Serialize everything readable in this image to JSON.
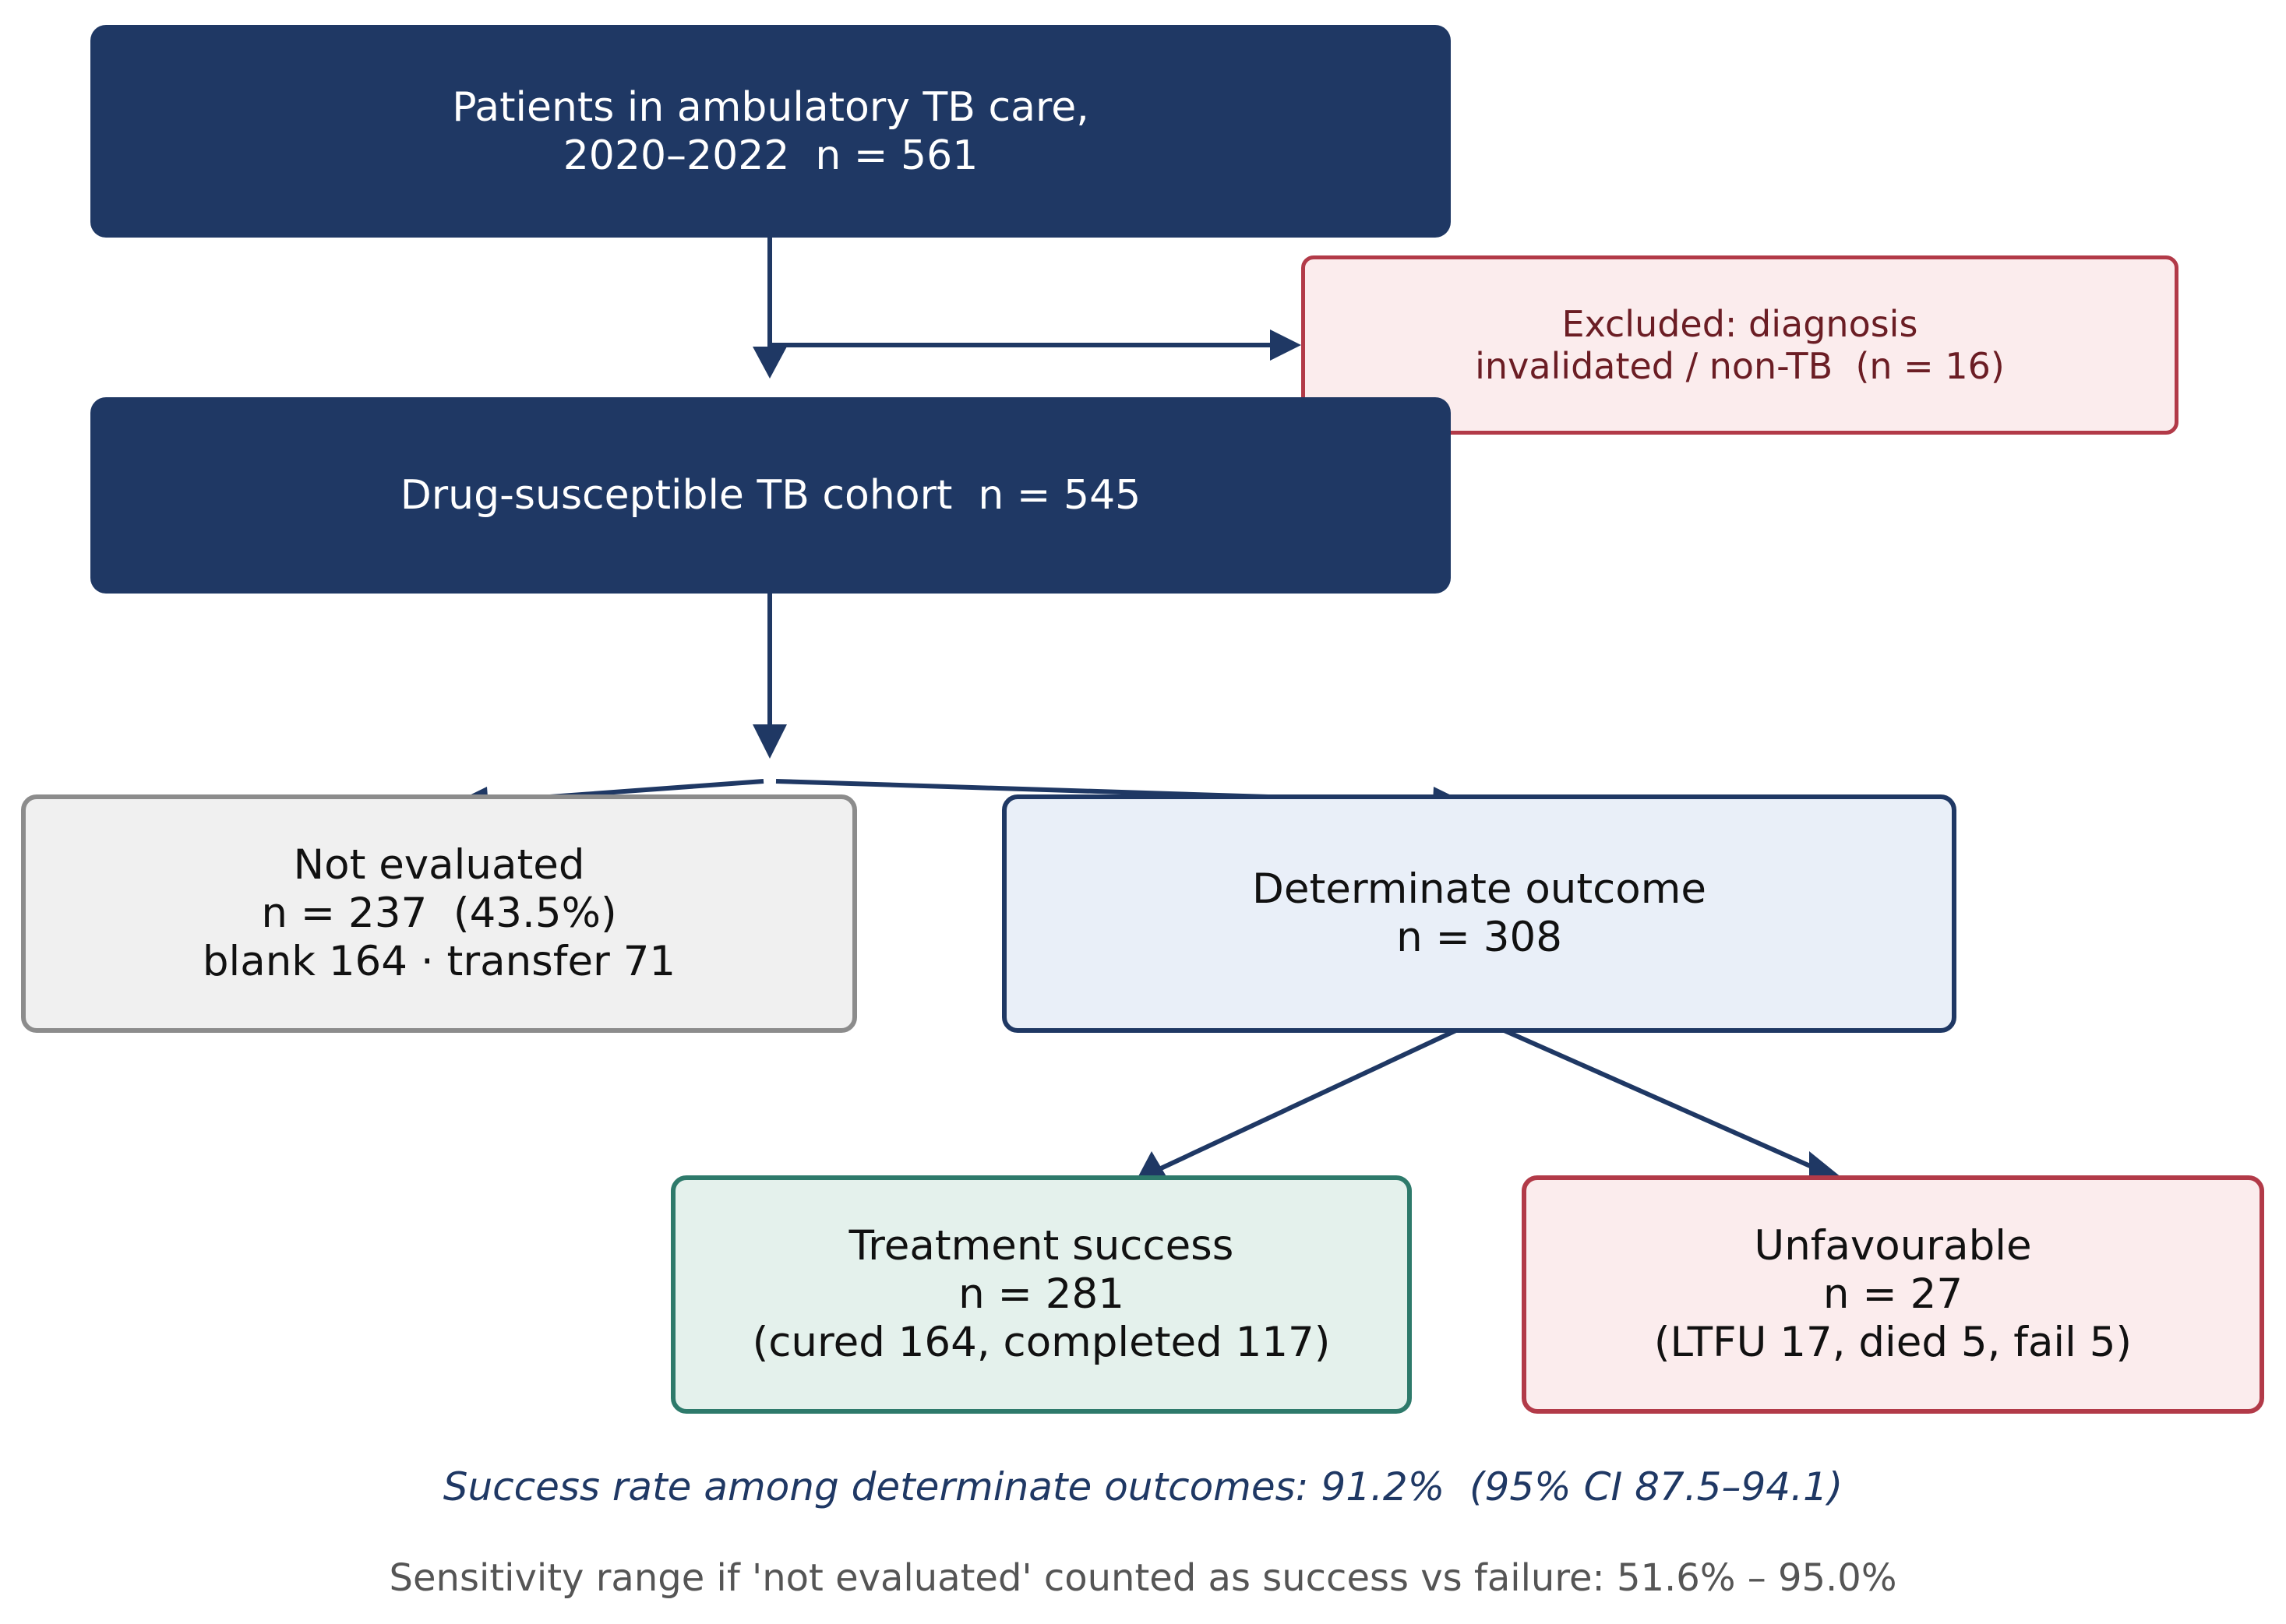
{
  "flowchart": {
    "start": {
      "lines": [
        "Patients in ambulatory TB care,",
        "2020–2022  n = 561"
      ]
    },
    "excluded": {
      "lines": [
        "Excluded: diagnosis",
        "invalidated / non-TB  (n = 16)"
      ]
    },
    "cohort": {
      "lines": [
        "Drug-susceptible TB cohort  n = 545"
      ]
    },
    "not_evaluated": {
      "lines": [
        "Not evaluated",
        "n = 237  (43.5%)",
        "blank 164 · transfer 71"
      ]
    },
    "determinate": {
      "lines": [
        "Determinate outcome",
        "n = 308"
      ]
    },
    "success": {
      "lines": [
        "Treatment success",
        "n = 281",
        "(cured 164, completed 117)"
      ]
    },
    "unfavourable": {
      "lines": [
        "Unfavourable",
        "n = 27",
        "(LTFU 17, died 5, fail 5)"
      ]
    }
  },
  "notes": {
    "success_rate": "Success rate among determinate outcomes: 91.2%  (95% CI 87.5–94.1)",
    "sensitivity": "Sensitivity range if 'not evaluated' counted as success vs failure: 51.6% – 95.0%"
  },
  "colors": {
    "navy": "#1f3864",
    "excluded_border": "#b23a48",
    "success_border": "#2e7a6b",
    "grey_border": "#8c8c8c"
  }
}
